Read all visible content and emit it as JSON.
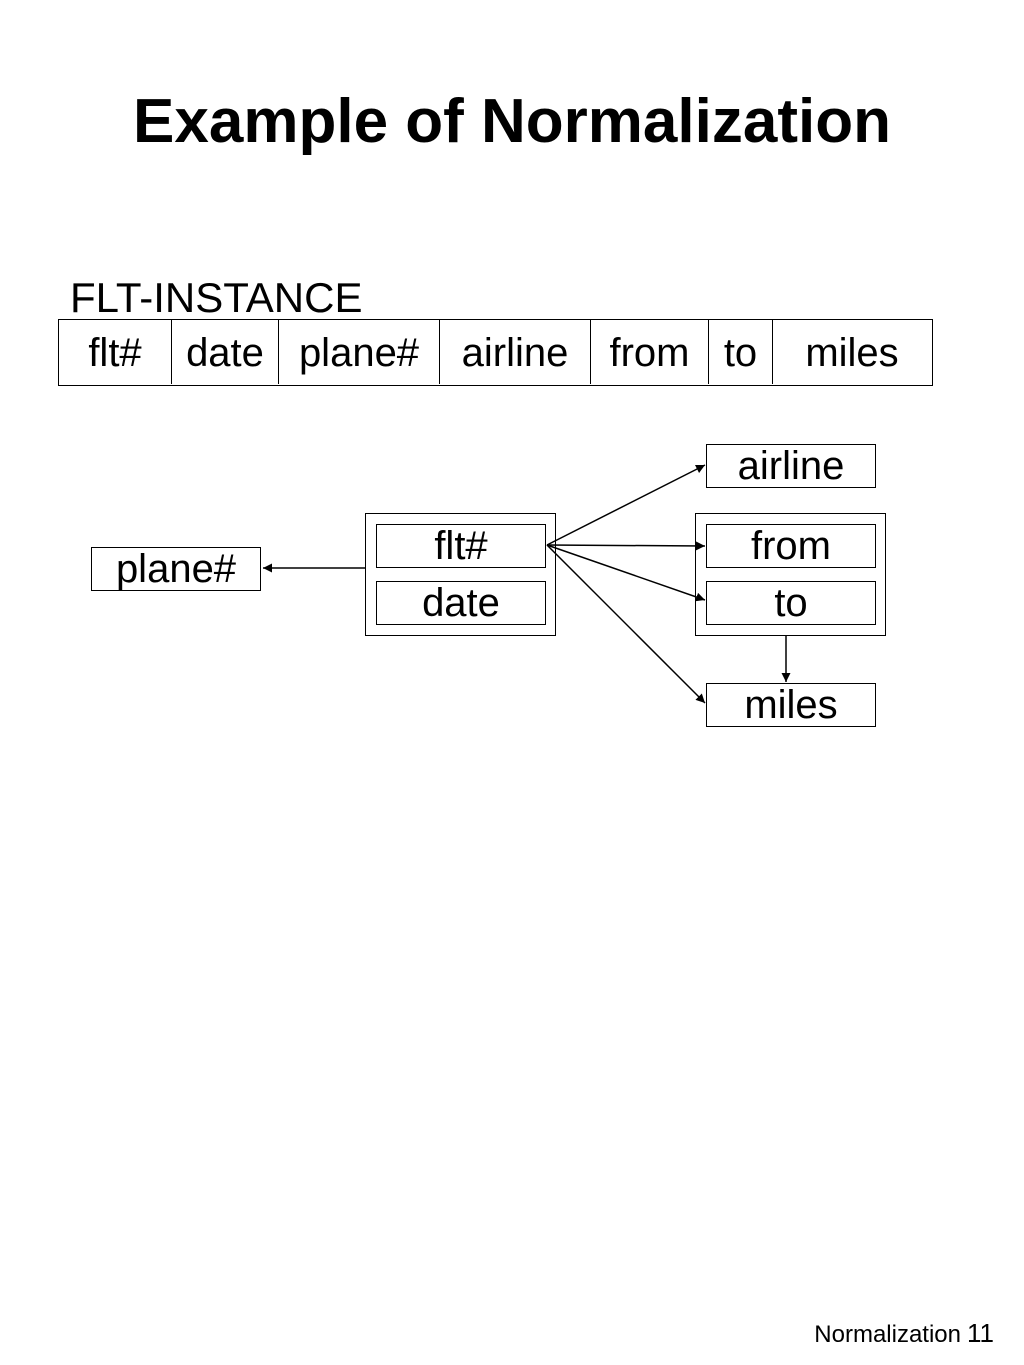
{
  "slide": {
    "title": "Example of Normalization"
  },
  "relation": {
    "name": "FLT-INSTANCE",
    "attributes": [
      "flt#",
      "date",
      "plane#",
      "airline",
      "from",
      "to",
      "miles"
    ]
  },
  "dependency_diagram": {
    "determinant": [
      "flt#",
      "date"
    ],
    "grouped_targets": [
      "from",
      "to"
    ],
    "targets": {
      "airline": "airline",
      "plane": "plane#",
      "miles": "miles"
    }
  },
  "footer": {
    "label": "Normalization",
    "page": "11"
  }
}
